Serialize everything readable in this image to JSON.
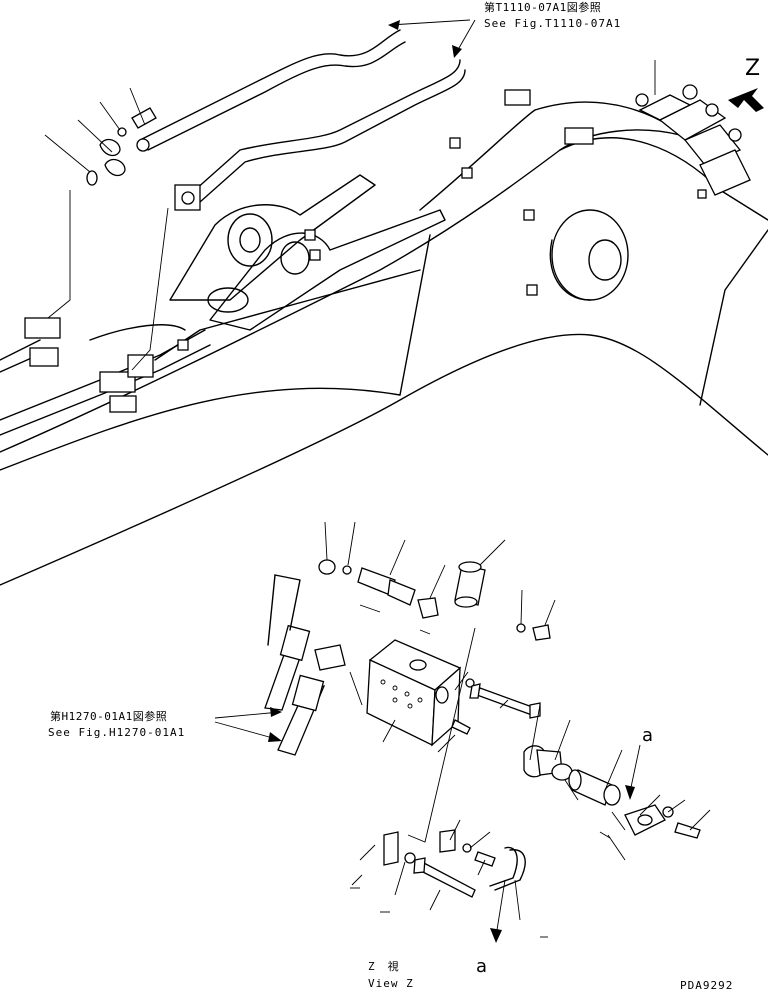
{
  "references": {
    "top_jp": "第T1110-07A1図参照",
    "top_en": "See Fig.T1110-07A1",
    "mid_jp": "第H1270-01A1図参照",
    "mid_en": "See Fig.H1270-01A1"
  },
  "view": {
    "arrow_label": "Z",
    "caption_jp": "Z　視",
    "caption_en": "View Z"
  },
  "markers": {
    "connector_top": "a",
    "connector_bottom": "a"
  },
  "drawing_number": "PDA9292"
}
